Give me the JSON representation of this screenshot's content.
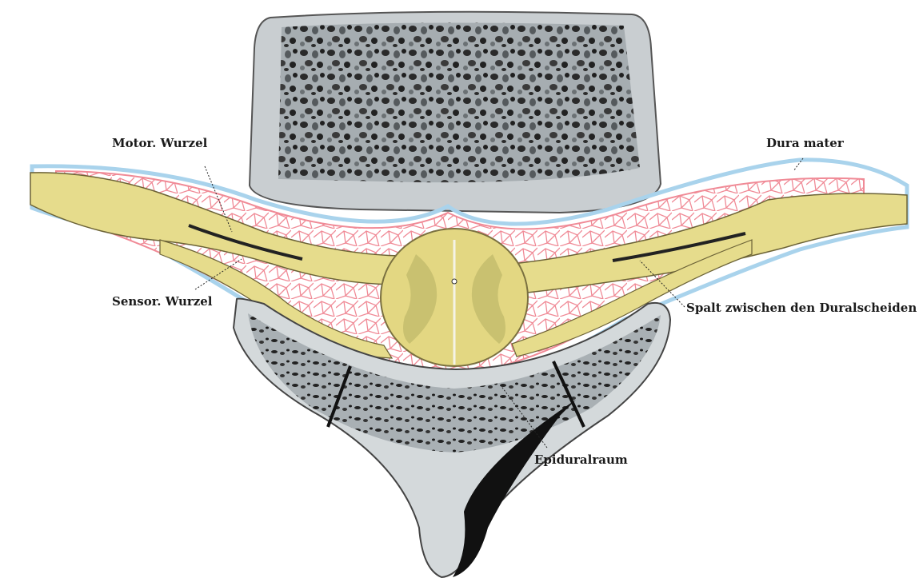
{
  "labels": {
    "motor_root": "Motor. Wurzel",
    "dura_mater": "Dura mater",
    "sensory_root": "Sensor. Wurzel",
    "dural_cleft": "Spalt zwischen den Duralscheiden",
    "epidural_space": "Epiduralraum"
  },
  "colors": {
    "bone": "#a9b0b4",
    "bone_dark": "#2b2b2b",
    "nerve": "#e6dc8c",
    "grey_matter": "#c9c170",
    "arachnoid": "#f08a96",
    "dura_line": "#a9d3ec"
  }
}
